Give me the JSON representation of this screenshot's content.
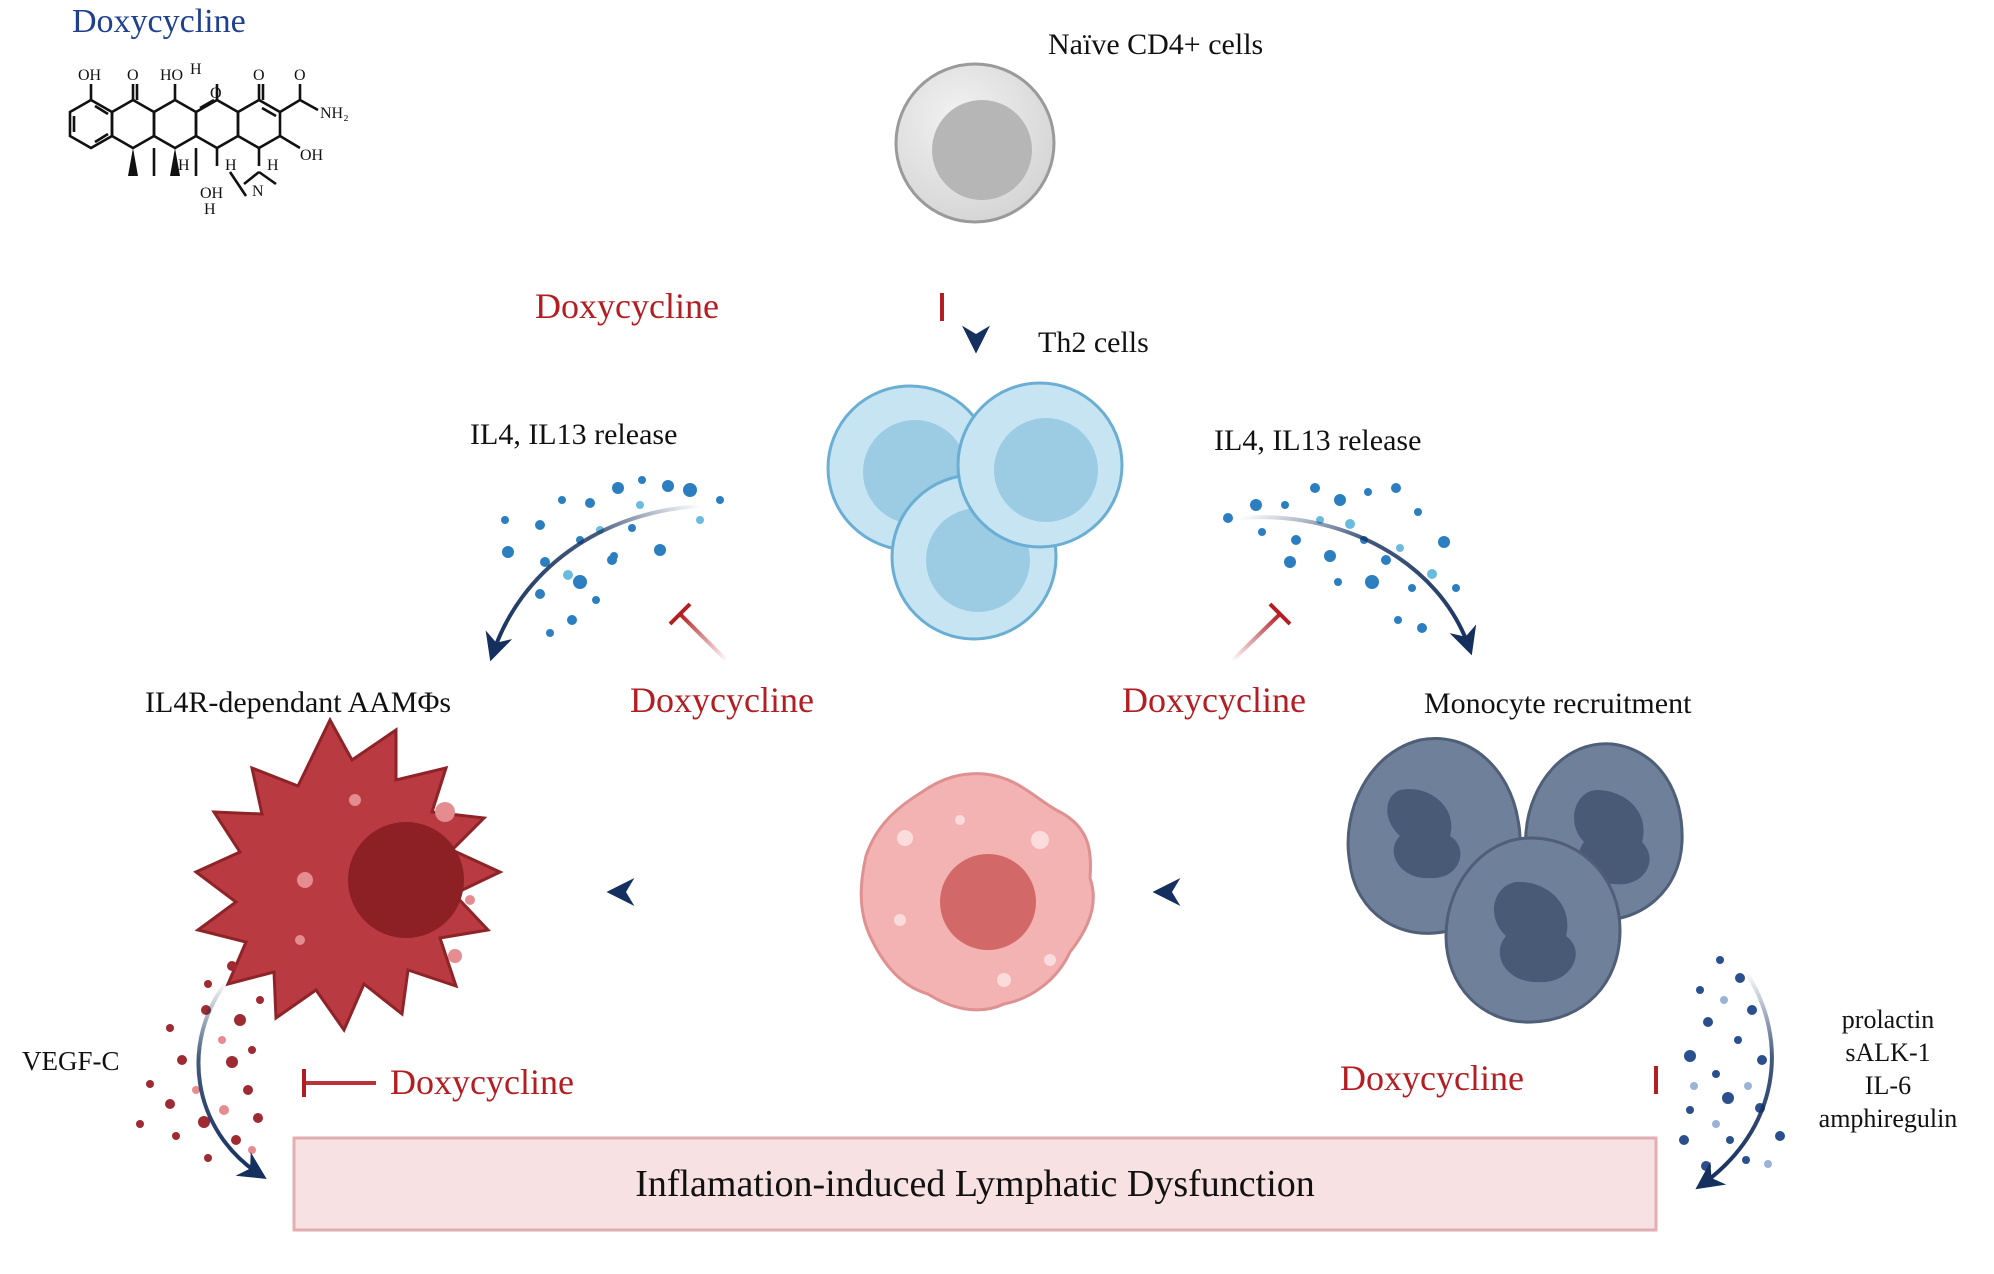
{
  "labels": {
    "drug_title": "Doxycycline",
    "naive": "Naïve CD4+ cells",
    "th2": "Th2 cells",
    "il_release_left": "IL4, IL13 release",
    "il_release_right": "IL4, IL13 release",
    "aam": "IL4R-dependant AAMΦs",
    "monocyte": "Monocyte recruitment",
    "vegf": "VEGF-C",
    "factors": [
      "prolactin",
      "sALK-1",
      "IL-6",
      "amphiregulin"
    ],
    "dysfunction": "Inflamation-induced Lymphatic Dysfunction"
  },
  "molecule": {
    "atoms": [
      "OH",
      "O",
      "HO",
      "H",
      "O",
      "O",
      "O",
      "NH₂",
      "OH",
      "H",
      "H",
      "H",
      "OH",
      "H",
      "N"
    ]
  },
  "inhibitors": [
    {
      "id": "top",
      "label": "Doxycycline"
    },
    {
      "id": "mid-left",
      "label": "Doxycycline"
    },
    {
      "id": "mid-right",
      "label": "Doxycycline"
    },
    {
      "id": "bottom-left",
      "label": "Doxycycline"
    },
    {
      "id": "bottom-right",
      "label": "Doxycycline"
    }
  ],
  "colors": {
    "title_blue": "#1f3f8f",
    "inhibitor_red": "#b31e23",
    "arrow_navy": "#15305e",
    "th2_blue": "#bfe0f1",
    "aam_red": "#b3353b",
    "mono_slate": "#6f809a",
    "box_fill": "#f7e1e2",
    "box_border": "#e3aeb1"
  }
}
